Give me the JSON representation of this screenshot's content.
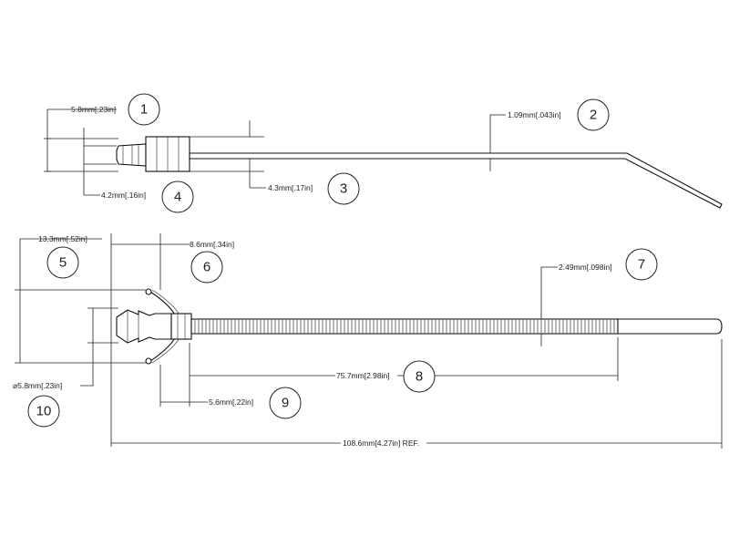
{
  "dimensions": {
    "d1": "5.8mm[.23in]",
    "d2": "1.09mm[.043in]",
    "d3": "4.3mm[.17in]",
    "d4": "4.2mm[.16in]",
    "d5": "13.3mm[.52in]",
    "d6": "8.6mm[.34in]",
    "d7": "2.49mm[.098in]",
    "d8": "75.7mm[2.98in]",
    "d9": "5.6mm[.22in]",
    "d10": "⌀5.8mm[.23in]",
    "overall": "108.6mm[4.27in] REF."
  },
  "balloons": {
    "b1": "1",
    "b2": "2",
    "b3": "3",
    "b4": "4",
    "b5": "5",
    "b6": "6",
    "b7": "7",
    "b8": "8",
    "b9": "9",
    "b10": "10"
  }
}
